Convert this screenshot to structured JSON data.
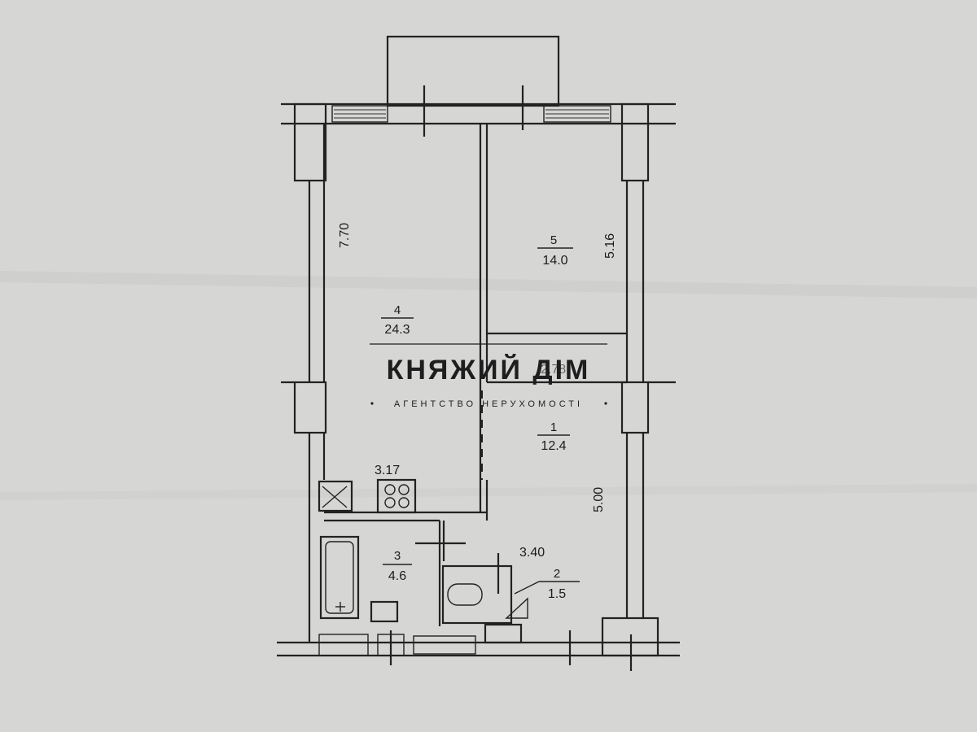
{
  "rooms": [
    {
      "id": "4",
      "area": "24.3"
    },
    {
      "id": "5",
      "area": "14.0"
    },
    {
      "id": "1",
      "area": "12.4"
    },
    {
      "id": "3",
      "area": "4.6"
    },
    {
      "id": "2",
      "area": "1.5"
    }
  ],
  "dimensions": {
    "room4_length": "7.70",
    "room5_length": "5.16",
    "room1_length": "5.00",
    "kitchen_width": "3.17",
    "hall_width": "3.40",
    "partial": "2.78"
  },
  "watermark": {
    "brand": "КНЯЖИЙ ДІМ",
    "tagline": "АГЕНТСТВО НЕРУХОМОСТІ"
  },
  "colors": {
    "paper": "#d6d6d4",
    "ink": "#222222"
  }
}
